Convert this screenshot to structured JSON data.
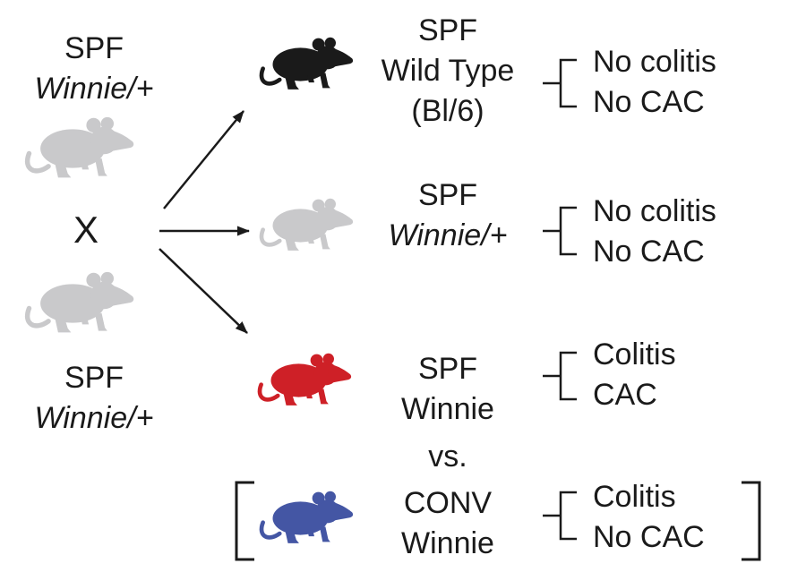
{
  "colors": {
    "text": "#1a1a1a",
    "gray_mouse": "#c9c9cb",
    "black_mouse": "#1a1a1a",
    "red_mouse": "#ce2027",
    "blue_mouse": "#4456a4"
  },
  "parents": {
    "top_label": {
      "line1": "SPF",
      "line2": "Winnie/+"
    },
    "bottom_label": {
      "line1": "SPF",
      "line2": "Winnie/+"
    },
    "cross_symbol": "X"
  },
  "offspring": [
    {
      "group": "spf-wild-type",
      "mouse": "black-mouse",
      "label_lines": [
        "SPF",
        "Wild Type",
        "(Bl/6)"
      ],
      "outcomes": [
        "No colitis",
        "No CAC"
      ]
    },
    {
      "group": "spf-winnie-het",
      "mouse": "gray-mouse",
      "label_lines": [
        "SPF",
        "Winnie/+"
      ],
      "outcomes": [
        "No colitis",
        "No CAC"
      ]
    },
    {
      "group": "spf-winnie",
      "mouse": "red-mouse",
      "label_lines": [
        "SPF",
        "Winnie"
      ],
      "outcomes": [
        "Colitis",
        "CAC"
      ]
    }
  ],
  "versus_label": "vs.",
  "comparison_group": {
    "group": "conv-winnie",
    "mouse": "blue-mouse",
    "label_lines": [
      "CONV",
      "Winnie"
    ],
    "outcomes": [
      "Colitis",
      "No CAC"
    ]
  }
}
